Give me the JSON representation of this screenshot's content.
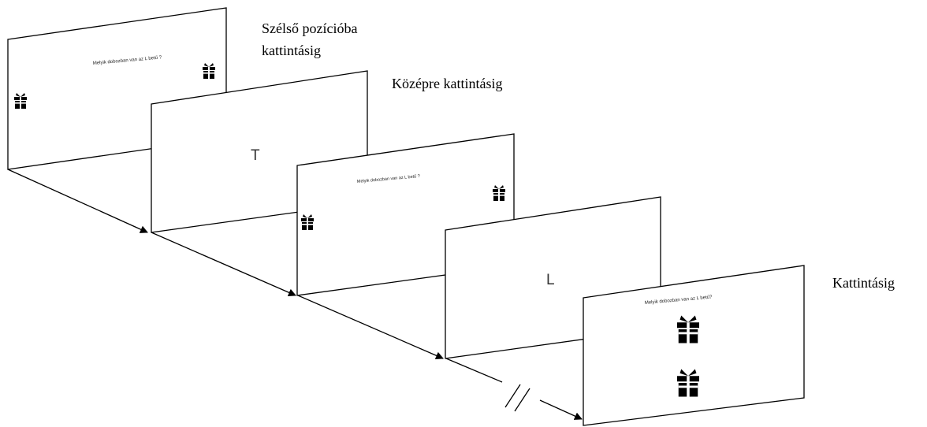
{
  "labels": {
    "edge_click": "Szélső pozícióba",
    "edge_click_line2": "kattintásig",
    "center_click": "Középre kattintásig",
    "click": "Kattintásig"
  },
  "screens": {
    "question": "Melyik dobozban van az L betű ?",
    "question_last": "Melyik dobozban van az L betű?",
    "letter_1": "T",
    "letter_2": "L"
  },
  "icons": {
    "box": "gift-box-icon"
  },
  "colors": {
    "stroke": "#000000",
    "background": "#ffffff"
  }
}
